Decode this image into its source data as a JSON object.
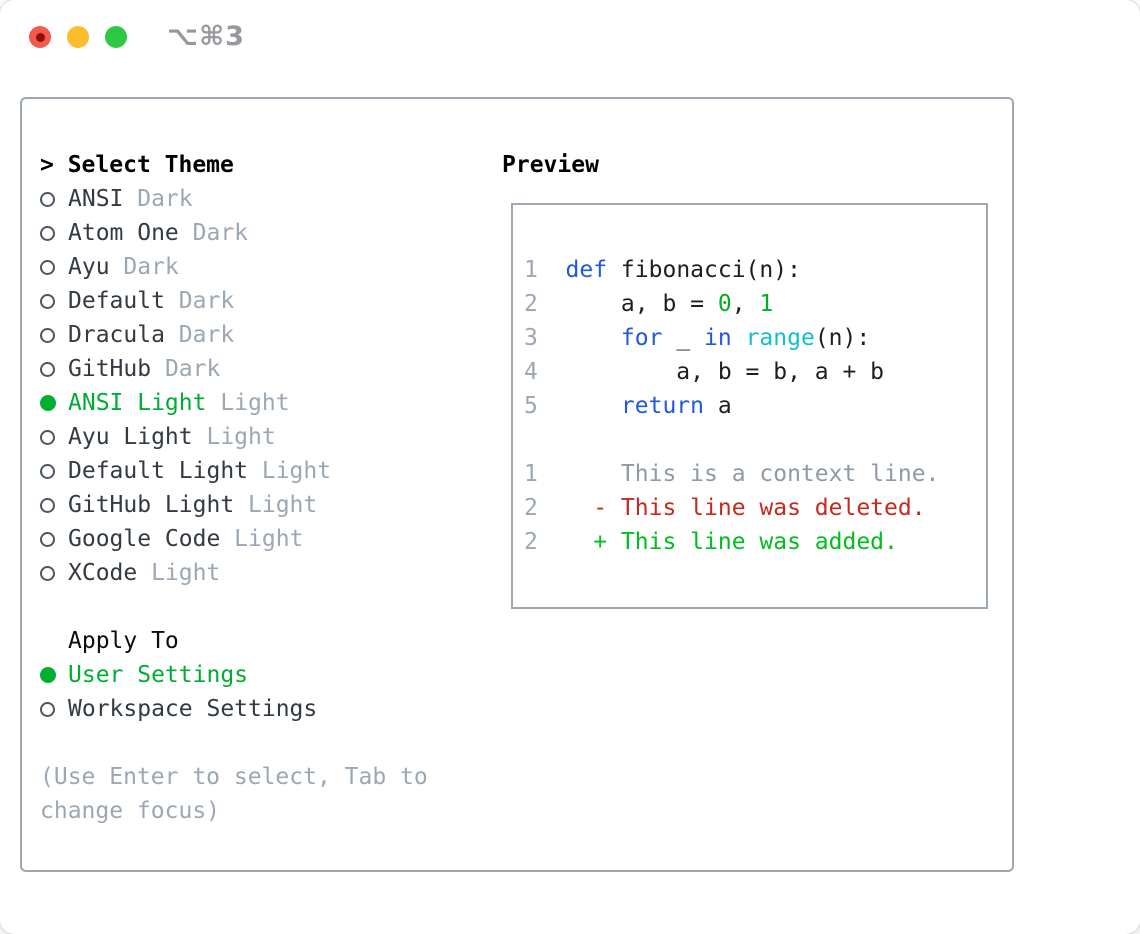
{
  "window": {
    "shortcut": "⌥⌘3",
    "traffic_lights": [
      "close",
      "minimize",
      "zoom"
    ]
  },
  "colors": {
    "accent_green": "#00ad33",
    "keyword_blue": "#2158dc",
    "function_cyan": "#13c0cd",
    "literal_green": "#00ae22",
    "deleted_red": "#c9281c",
    "added_green": "#00bd20",
    "muted_gray": "#9ba7b3",
    "border_gray": "#9ea8b2"
  },
  "theme_panel": {
    "prompt": ">",
    "title": "Select Theme",
    "items": [
      {
        "name": "ANSI",
        "variant": "Dark",
        "selected": false
      },
      {
        "name": "Atom One",
        "variant": "Dark",
        "selected": false
      },
      {
        "name": "Ayu",
        "variant": "Dark",
        "selected": false
      },
      {
        "name": "Default",
        "variant": "Dark",
        "selected": false
      },
      {
        "name": "Dracula",
        "variant": "Dark",
        "selected": false
      },
      {
        "name": "GitHub",
        "variant": "Dark",
        "selected": false
      },
      {
        "name": "ANSI Light",
        "variant": "Light",
        "selected": true
      },
      {
        "name": "Ayu Light",
        "variant": "Light",
        "selected": false
      },
      {
        "name": "Default Light",
        "variant": "Light",
        "selected": false
      },
      {
        "name": "GitHub Light",
        "variant": "Light",
        "selected": false
      },
      {
        "name": "Google Code",
        "variant": "Light",
        "selected": false
      },
      {
        "name": "XCode",
        "variant": "Light",
        "selected": false
      }
    ],
    "apply_to": {
      "title": "Apply To",
      "options": [
        {
          "name": "User Settings",
          "selected": true
        },
        {
          "name": "Workspace Settings",
          "selected": false
        }
      ]
    },
    "help_lines": [
      "(Use Enter to select, Tab to",
      "change focus)"
    ]
  },
  "preview": {
    "title": "Preview",
    "lines": [
      {
        "num": "1",
        "segs": [
          {
            "t": "def",
            "c": "kw"
          },
          {
            "t": " fibonacci(n):",
            "c": "plain"
          }
        ]
      },
      {
        "num": "2",
        "segs": [
          {
            "t": "    a, b = ",
            "c": "plain"
          },
          {
            "t": "0",
            "c": "num"
          },
          {
            "t": ", ",
            "c": "plain"
          },
          {
            "t": "1",
            "c": "num"
          }
        ]
      },
      {
        "num": "3",
        "segs": [
          {
            "t": "    ",
            "c": "plain"
          },
          {
            "t": "for",
            "c": "kw"
          },
          {
            "t": " _ ",
            "c": "plain"
          },
          {
            "t": "in",
            "c": "kw"
          },
          {
            "t": " ",
            "c": "plain"
          },
          {
            "t": "range",
            "c": "fn"
          },
          {
            "t": "(n):",
            "c": "plain"
          }
        ]
      },
      {
        "num": "4",
        "segs": [
          {
            "t": "        a, b = b, a + b",
            "c": "plain"
          }
        ]
      },
      {
        "num": "5",
        "segs": [
          {
            "t": "    ",
            "c": "plain"
          },
          {
            "t": "return",
            "c": "kw"
          },
          {
            "t": " a",
            "c": "plain"
          }
        ]
      },
      {
        "num": "",
        "segs": []
      },
      {
        "num": "1",
        "segs": [
          {
            "t": "    This is a context line.",
            "c": "ctx"
          }
        ]
      },
      {
        "num": "2",
        "segs": [
          {
            "t": "  - This line was deleted.",
            "c": "del"
          }
        ]
      },
      {
        "num": "2",
        "segs": [
          {
            "t": "  + This line was added.",
            "c": "add"
          }
        ]
      }
    ]
  }
}
